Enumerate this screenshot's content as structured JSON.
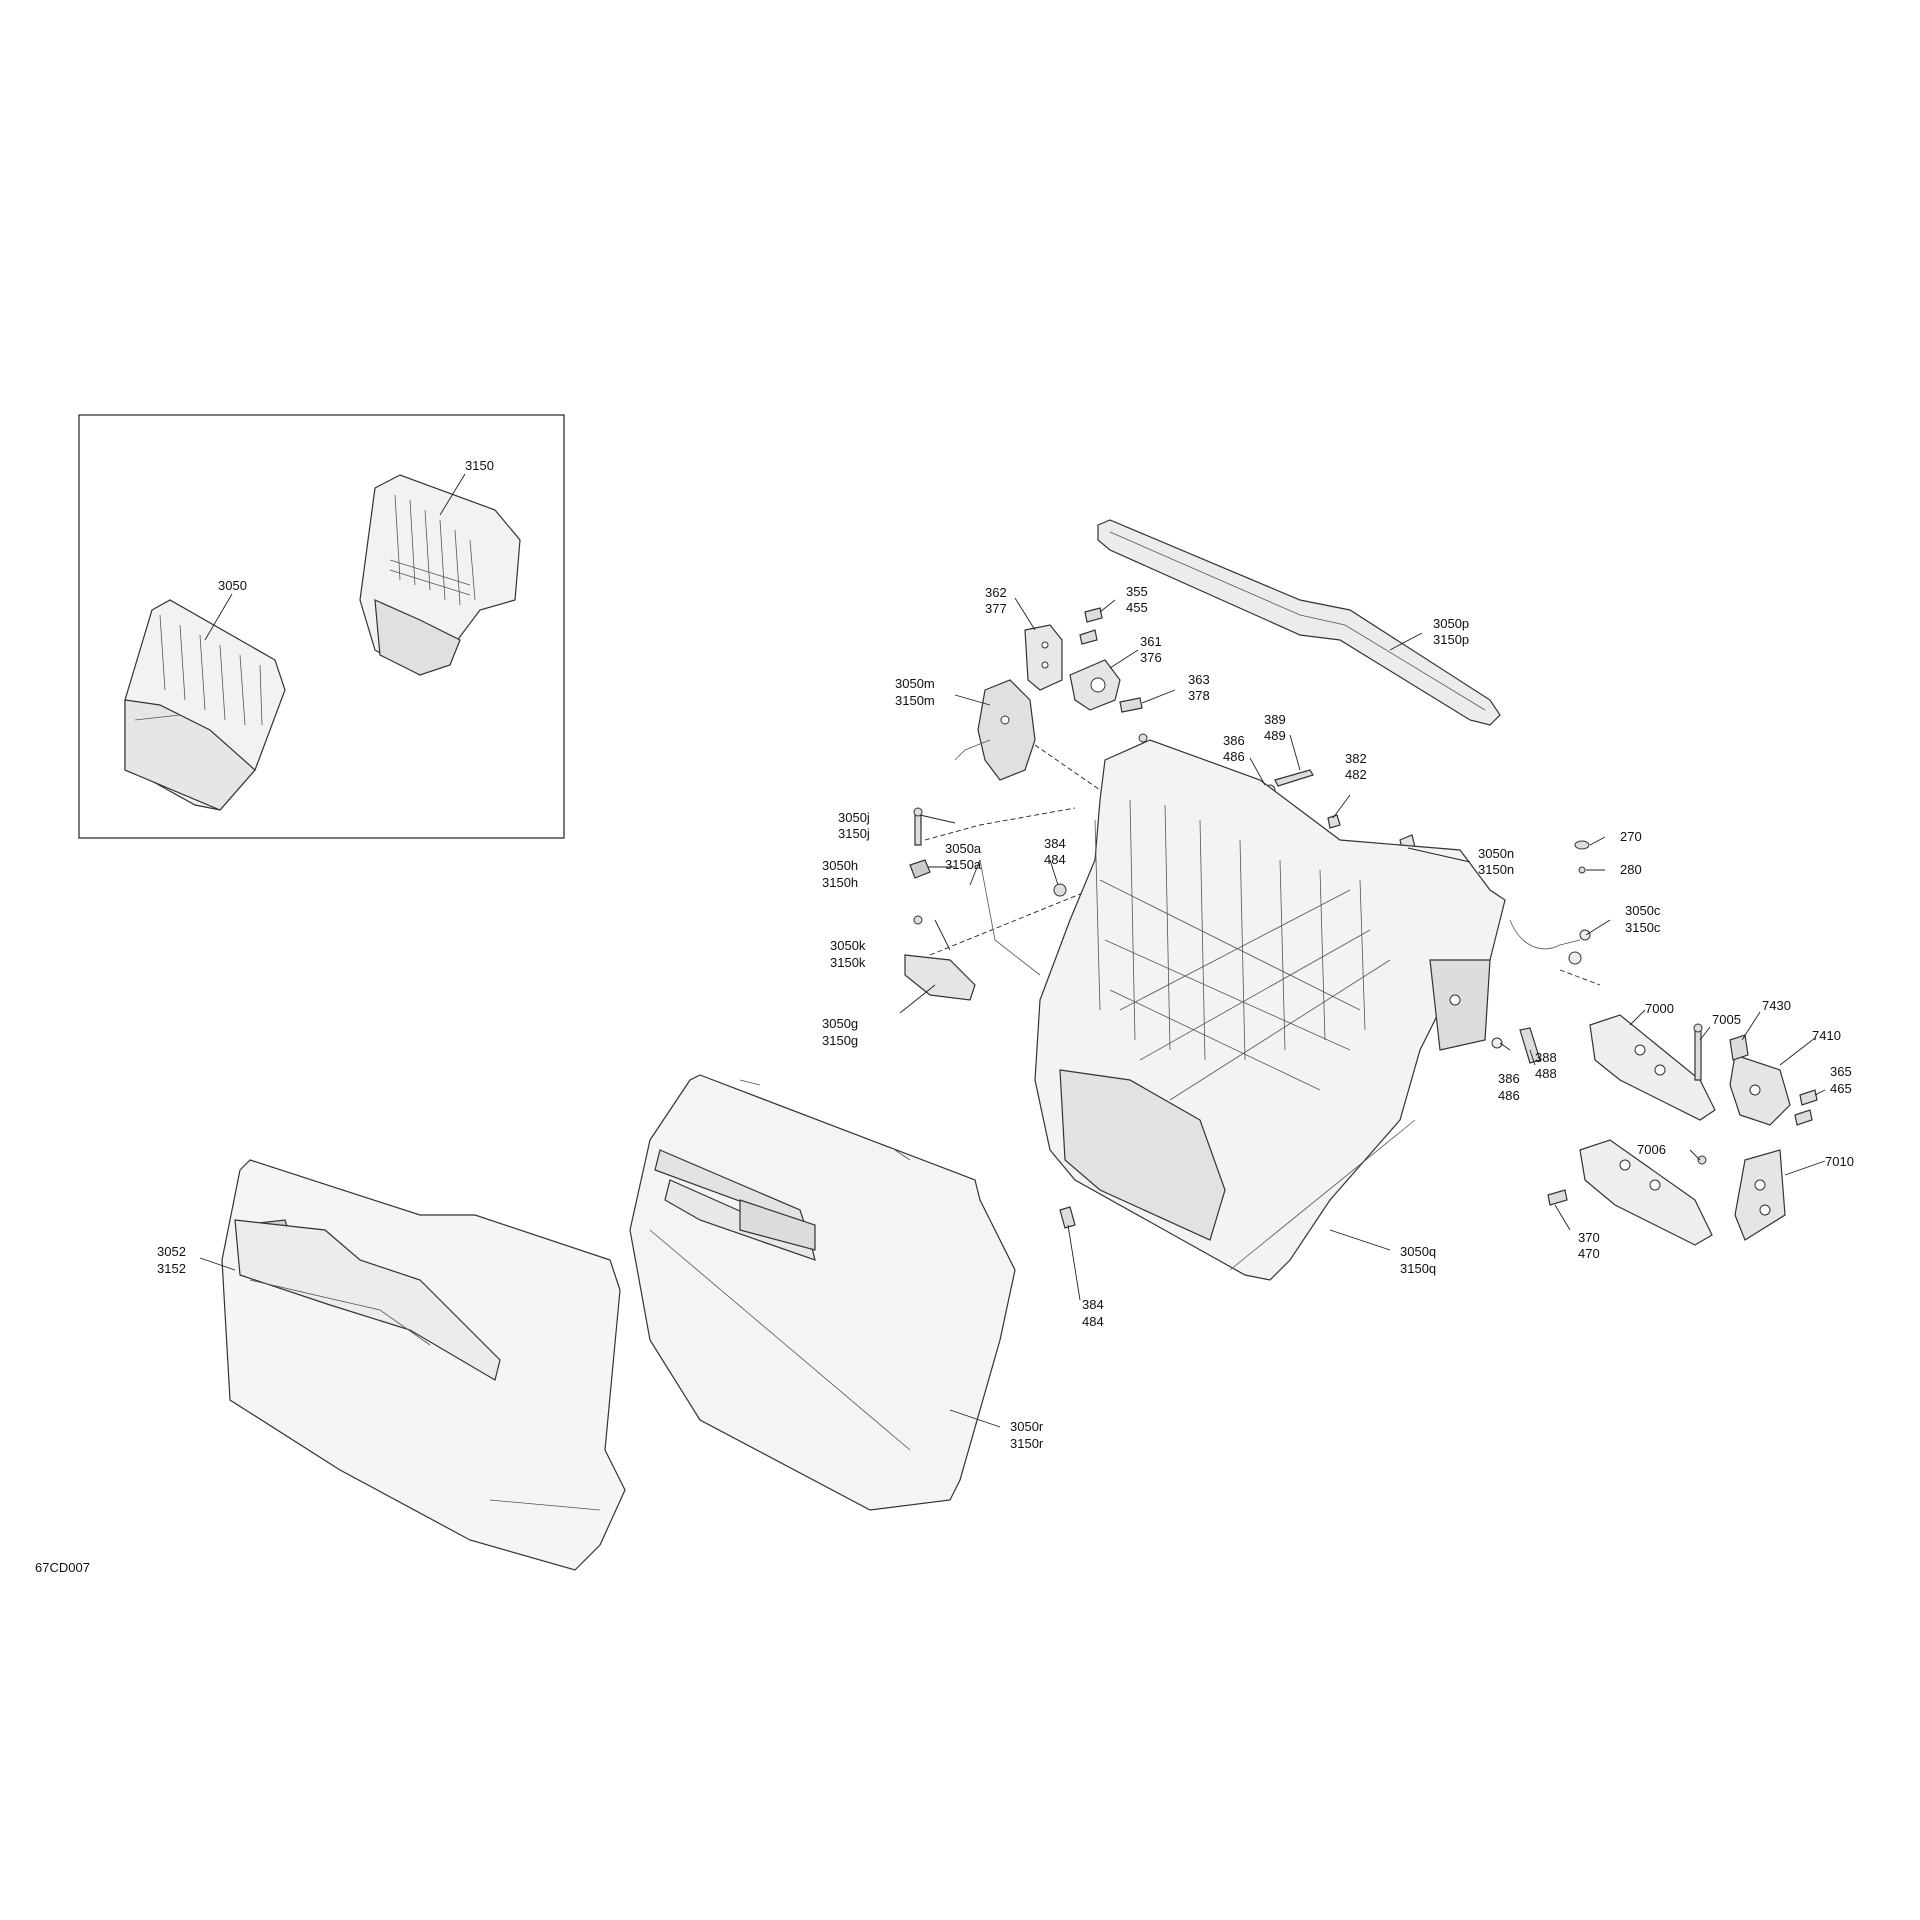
{
  "drawing_code": "67CD007",
  "inset": {
    "labels": [
      "3150",
      "3050"
    ]
  },
  "labels": {
    "l362": [
      "362",
      "377"
    ],
    "l355": [
      "355",
      "455"
    ],
    "l361": [
      "361",
      "376"
    ],
    "l363": [
      "363",
      "378"
    ],
    "l3050p": [
      "3050p",
      "3150p"
    ],
    "l3050m": [
      "3050m",
      "3150m"
    ],
    "l386a": [
      "386",
      "486"
    ],
    "l389": [
      "389",
      "489"
    ],
    "l382": [
      "382",
      "482"
    ],
    "l3050j": [
      "3050j",
      "3150j"
    ],
    "l3050h": [
      "3050h",
      "3150h"
    ],
    "l3050a": [
      "3050a",
      "3150a"
    ],
    "l384a": [
      "384",
      "484"
    ],
    "l3050n": [
      "3050n",
      "3150n"
    ],
    "l270": [
      "270"
    ],
    "l280": [
      "280"
    ],
    "l3050c": [
      "3050c",
      "3150c"
    ],
    "l3050k": [
      "3050k",
      "3150k"
    ],
    "l3050g": [
      "3050g",
      "3150g"
    ],
    "l7000": [
      "7000"
    ],
    "l7005": [
      "7005"
    ],
    "l7430": [
      "7430"
    ],
    "l7410": [
      "7410"
    ],
    "l365": [
      "365",
      "465"
    ],
    "l386b": [
      "386",
      "486"
    ],
    "l388": [
      "388",
      "488"
    ],
    "l7006": [
      "7006"
    ],
    "l7010": [
      "7010"
    ],
    "l370": [
      "370",
      "470"
    ],
    "l3052": [
      "3052",
      "3152"
    ],
    "l3050q": [
      "3050q",
      "3150q"
    ],
    "l384b": [
      "384",
      "484"
    ],
    "l3050r": [
      "3050r",
      "3150r"
    ]
  }
}
